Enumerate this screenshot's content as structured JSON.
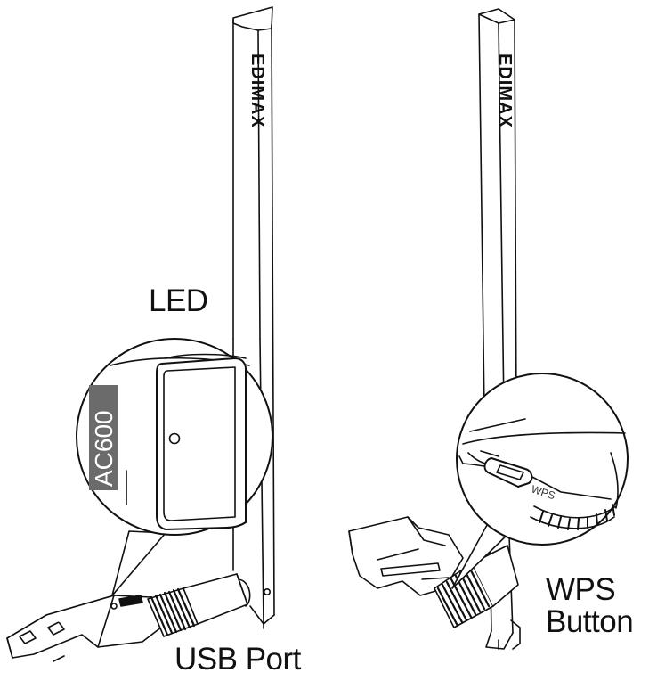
{
  "labels": {
    "led": "LED",
    "usb_port": "USB Port",
    "wps_line1": "WPS",
    "wps_line2": "Button"
  },
  "device": {
    "brand_mark": "EDIMAX",
    "model_badge": "AC600",
    "wps_engraving": "WPS"
  },
  "colors": {
    "line": "#111111",
    "badge_fill": "#6b6b6b",
    "badge_text": "#ffffff",
    "background": "#ffffff"
  }
}
